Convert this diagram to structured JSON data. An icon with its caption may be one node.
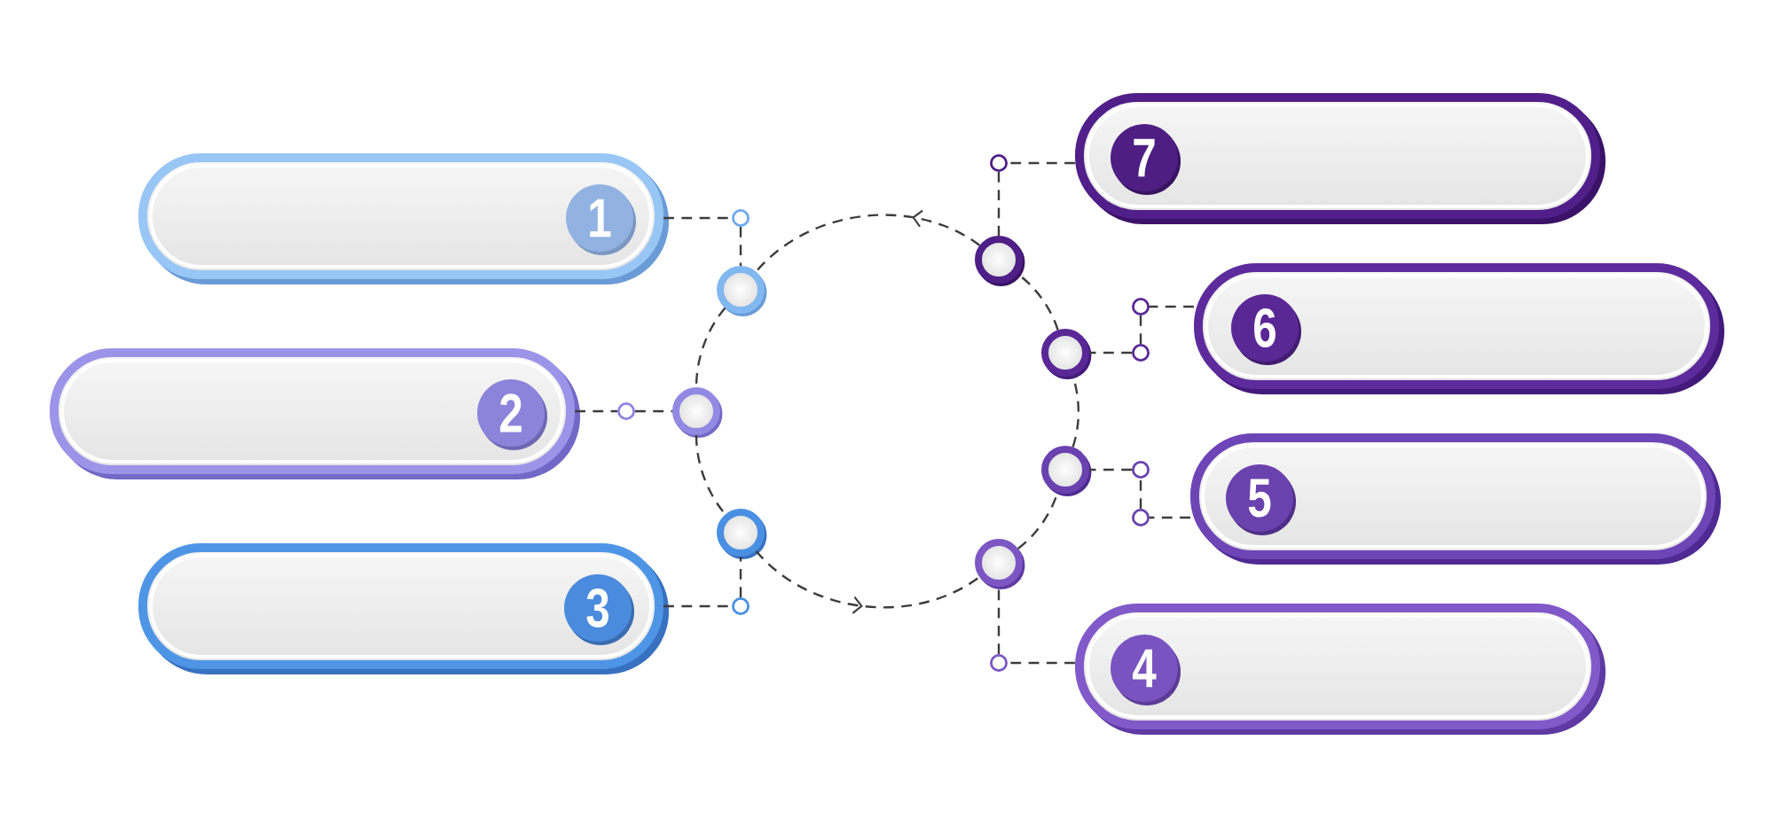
{
  "diagram": {
    "nodes": [
      {
        "text": [],
        "shape": "box"
      },
      {
        "text": [
          "1"
        ],
        "in": 0
      },
      {
        "text": [],
        "shape": "box"
      },
      {
        "text": [
          "2"
        ],
        "in": 2
      },
      {
        "text": [],
        "shape": "box"
      },
      {
        "text": [
          "3"
        ],
        "in": 4
      },
      {
        "text": [],
        "shape": "box"
      },
      {
        "text": [
          "4"
        ],
        "in": 6
      },
      {
        "text": [],
        "shape": "box"
      },
      {
        "text": [
          "5"
        ],
        "in": 8
      },
      {
        "text": [],
        "shape": "box"
      },
      {
        "text": [
          "6"
        ],
        "in": 10
      },
      {
        "text": [],
        "shape": "box"
      },
      {
        "text": [
          "7"
        ],
        "in": 12
      },
      {
        "text": [],
        "shape": "circle"
      },
      {
        "text": [],
        "shape": "circle"
      },
      {
        "text": [],
        "shape": "circle"
      },
      {
        "text": [],
        "shape": "circle"
      },
      {
        "text": [],
        "shape": "circle"
      },
      {
        "text": [],
        "shape": "circle"
      },
      {
        "text": [],
        "shape": "circle"
      },
      {
        "text": [],
        "shape": "circle"
      },
      {
        "text": [],
        "shape": "circle"
      },
      {
        "text": [],
        "shape": "circle"
      },
      {
        "text": [],
        "shape": "circle"
      },
      {
        "text": [],
        "shape": "circle"
      },
      {
        "text": [],
        "shape": "circle"
      },
      {
        "text": [],
        "shape": "circle"
      },
      {
        "text": [],
        "shape": "circle"
      },
      {
        "text": [],
        "shape": "circle"
      }
    ],
    "edges": [
      {
        "from": 15,
        "to": 17,
        "arrow": "none"
      },
      {
        "from": 17,
        "to": 19,
        "arrow": "none"
      },
      {
        "from": 19,
        "to": 20,
        "arrow": "to"
      },
      {
        "from": 20,
        "to": 18,
        "arrow": "none"
      },
      {
        "from": 18,
        "to": 16,
        "arrow": "none"
      },
      {
        "from": 16,
        "to": 14,
        "arrow": "none"
      },
      {
        "from": 14,
        "to": 15,
        "arrow": "to"
      },
      {
        "from": 0,
        "to": 22,
        "arrow": "none"
      },
      {
        "from": 22,
        "to": 15,
        "arrow": "none"
      },
      {
        "from": 2,
        "to": 25,
        "arrow": "none"
      },
      {
        "from": 25,
        "to": 17,
        "arrow": "none"
      },
      {
        "from": 4,
        "to": 28,
        "arrow": "none"
      },
      {
        "from": 28,
        "to": 19,
        "arrow": "none"
      },
      {
        "from": 6,
        "to": 29,
        "arrow": "none"
      },
      {
        "from": 29,
        "to": 20,
        "arrow": "none"
      },
      {
        "from": 8,
        "to": 27,
        "arrow": "none"
      },
      {
        "from": 27,
        "to": 26,
        "arrow": "none"
      },
      {
        "from": 26,
        "to": 18,
        "arrow": "none"
      },
      {
        "from": 10,
        "to": 23,
        "arrow": "none"
      },
      {
        "from": 23,
        "to": 24,
        "arrow": "none"
      },
      {
        "from": 24,
        "to": 16,
        "arrow": "none"
      },
      {
        "from": 12,
        "to": 21,
        "arrow": "none"
      },
      {
        "from": 21,
        "to": 14,
        "arrow": "none"
      }
    ]
  }
}
